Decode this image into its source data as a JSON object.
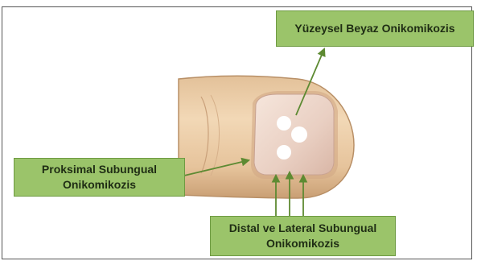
{
  "labels": {
    "superficial_white": "Yüzeysel Beyaz Onikomikozis",
    "proximal_line1": "Proksimal Subungual",
    "proximal_line2": "Onikomikozis",
    "distal_line1": "Distal ve Lateral Subungual",
    "distal_line2": "Onikomikozis"
  },
  "colors": {
    "label_fill": "#9bc46a",
    "label_border": "#6e9a42",
    "arrow": "#5d8a32",
    "skin": "#e8c9a2",
    "nail": "#efd9cc"
  },
  "icons": [
    "finger-illustration",
    "nail-illustration",
    "arrow-icon"
  ]
}
